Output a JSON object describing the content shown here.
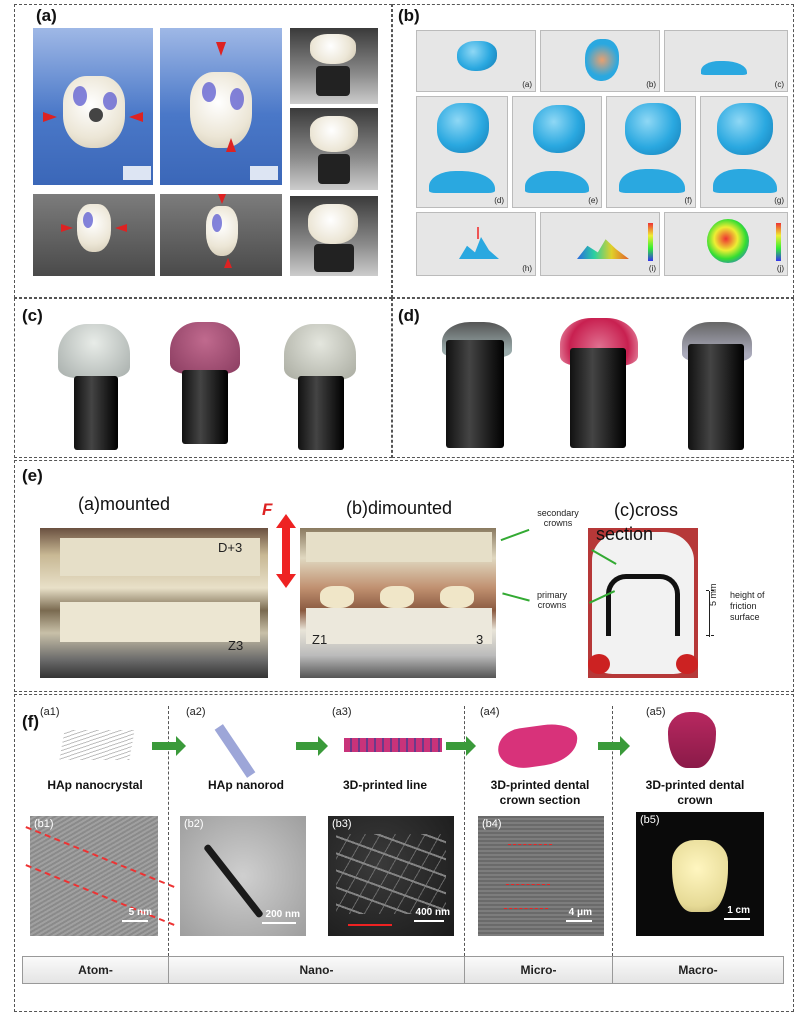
{
  "panels": {
    "a": "(a)",
    "b": "(b)",
    "c": "(c)",
    "d": "(d)",
    "e": "(e)",
    "f": "(f)"
  },
  "b_sub": [
    "(a)",
    "(b)",
    "(c)",
    "(d)",
    "(e)",
    "(f)",
    "(g)",
    "(h)",
    "(i)",
    "(j)"
  ],
  "e": {
    "force": "F",
    "mounted": "(a)mounted",
    "dimounted": "(b)dimounted",
    "cross": "(c)cross",
    "section": "section",
    "secondary": "secondary crowns",
    "primary": "primary crowns",
    "height": "height of friction surface",
    "mm": "5 mm",
    "tag1": "D+3",
    "tag2": "Z3",
    "tag3": "Z1",
    "tag4": "3"
  },
  "f": {
    "a_labels": [
      "(a1)",
      "(a2)",
      "(a3)",
      "(a4)",
      "(a5)"
    ],
    "b_labels": [
      "(b1)",
      "(b2)",
      "(b3)",
      "(b4)",
      "(b5)"
    ],
    "captions": [
      "HAp nanocrystal",
      "HAp nanorod",
      "3D-printed line",
      "3D-printed dental crown section",
      "3D-printed dental crown"
    ],
    "scales": [
      "5 nm",
      "200 nm",
      "400 nm",
      "4 μm",
      "1 cm"
    ],
    "bottom": [
      "Atom-",
      "Nano-",
      "Micro-",
      "Macro-"
    ]
  }
}
